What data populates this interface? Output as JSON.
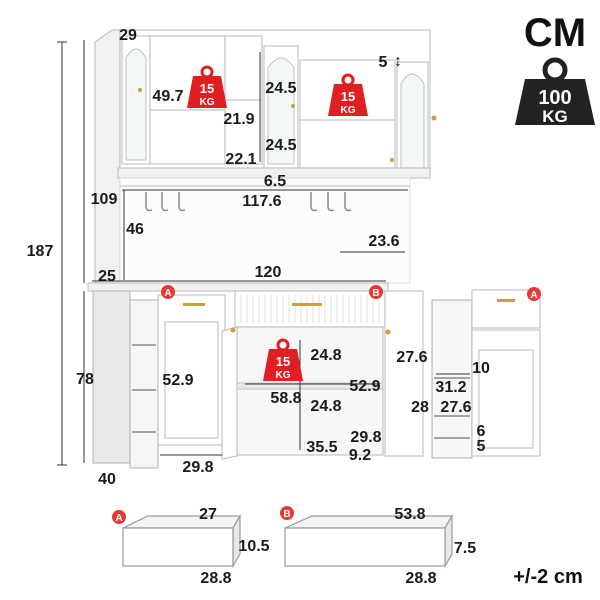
{
  "unit_label": "CM",
  "max_load": {
    "value": "100",
    "unit": "KG"
  },
  "shelf_load_badges": [
    {
      "value": "15",
      "unit": "KG"
    },
    {
      "value": "15",
      "unit": "KG"
    },
    {
      "value": "15",
      "unit": "KG"
    }
  ],
  "markers": {
    "cabinet_left_drawer": "A",
    "center_drawer": "B",
    "side_unit_drawer": "A"
  },
  "dimensions": {
    "hutch_depth": "29",
    "hutch_left_compartment_height": "49.7",
    "hutch_middle_top_height": "24.5",
    "hutch_middle_top_width": "21.9",
    "hutch_middle_bottom_height": "24.5",
    "hutch_right_top_gap": "5",
    "hutch_middle_bottom_width": "22.1",
    "hutch_base_thickness": "6.5",
    "upper_height": "109",
    "hutch_width": "117.6",
    "total_height": "187",
    "open_area_height": "46",
    "open_area_depth": "23.6",
    "side_panel_depth": "25",
    "base_width": "120",
    "base_height": "78",
    "left_door_height": "52.9",
    "center_upper_shelf_height": "24.8",
    "center_cabinet_height": "52.9",
    "center_cabinet_width": "58.8",
    "center_lower_shelf_height": "24.8",
    "side_unit_upper_height": "27.6",
    "side_unit_rack_gap": "10",
    "side_unit_rack_width": "31.2",
    "side_unit_depth": "28",
    "side_unit_lower_height": "27.6",
    "side_unit_lower_gap": "6",
    "side_unit_bottom_gap": "5",
    "center_cabinet_depth": "29.8",
    "center_cabinet_inner_width": "35.5",
    "center_cabinet_side_gap": "9.2",
    "left_door_width": "29.8",
    "base_depth": "40"
  },
  "drawer_A": {
    "marker": "A",
    "width": "27",
    "height": "10.5",
    "depth": "28.8"
  },
  "drawer_B": {
    "marker": "B",
    "width": "53.8",
    "height": "7.5",
    "depth": "28.8"
  },
  "tolerance": "+/-2 cm",
  "colors": {
    "badge_red": "#e02020",
    "marker_red": "#e53935",
    "weight_icon": "#222222",
    "handle_gold": "#c9a13b"
  }
}
